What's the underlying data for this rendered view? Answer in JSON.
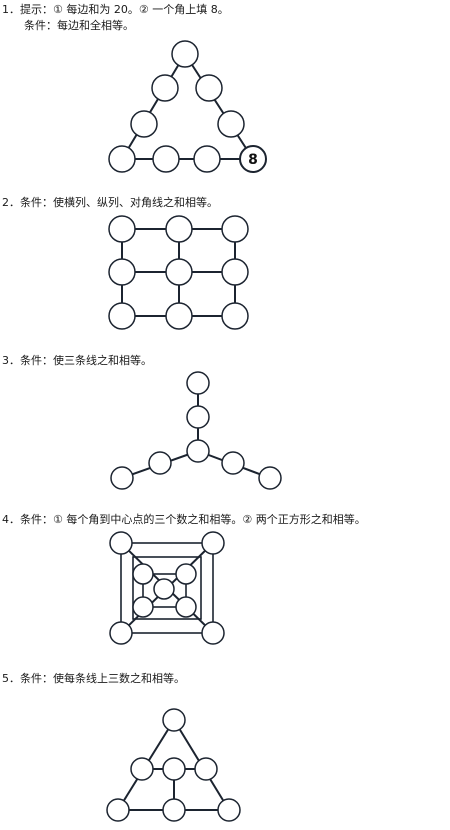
{
  "puzzles": [
    {
      "lines": [
        "1．提示：①  每边和为 20。②  一个角上填 8。",
        "条件：每边和全相等。"
      ],
      "given": {
        "node": 9,
        "value": "8"
      }
    },
    {
      "lines": [
        "2．条件：使横列、纵列、对角线之和相等。"
      ]
    },
    {
      "lines": [
        "3．条件：使三条线之和相等。"
      ]
    },
    {
      "lines": [
        "4．条件：①  每个角到中心点的三个数之和相等。②  两个正方形之和相等。"
      ]
    },
    {
      "lines": [
        "5．条件：使每条线上三数之和相等。"
      ]
    }
  ]
}
